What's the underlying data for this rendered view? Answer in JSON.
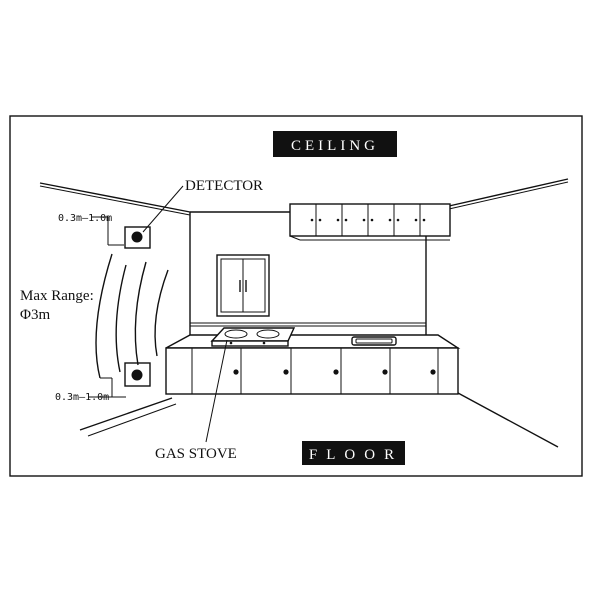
{
  "labels": {
    "ceiling": "CEILING",
    "floor": "FLOOR",
    "detector": "DETECTOR",
    "gas_stove": "GAS STOVE",
    "max_range_line1": "Max Range:",
    "max_range_line2": "Φ3m",
    "distance_top": "0.3m—1.0m",
    "distance_bottom": "0.3m—1.0m"
  },
  "colors": {
    "ink": "#111111",
    "background": "#ffffff"
  }
}
